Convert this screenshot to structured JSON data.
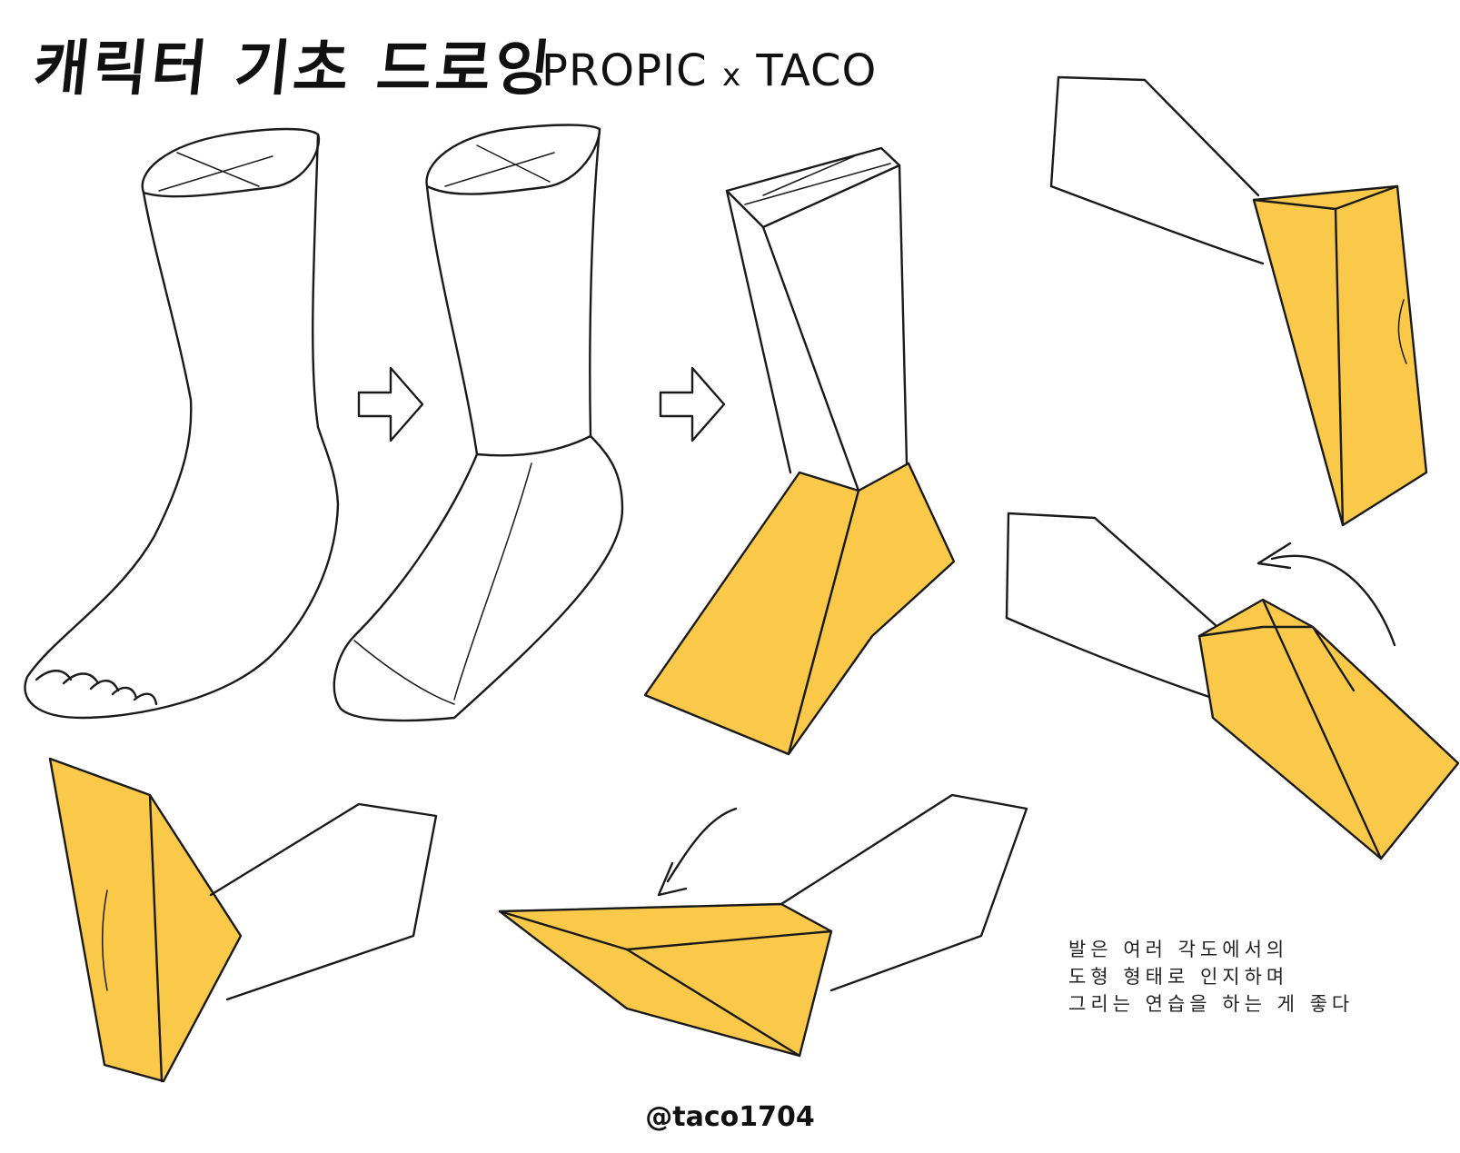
{
  "title": {
    "korean": "캐릭터 기초 드로잉",
    "english_left": "PROPIC",
    "separator": "x",
    "english_right": "TACO"
  },
  "note": {
    "lines": [
      "발은 여러 각도에서의",
      "도형 형태로 인지하며",
      "그리는 연습을 하는 게 좋다"
    ]
  },
  "handle": "@taco1704",
  "colors": {
    "accent_fill": "#FAC94A",
    "ink": "#1a1a1a",
    "background": "#ffffff"
  },
  "icons": [
    "arrow-right-icon",
    "arrow-right-icon",
    "curved-arrow-icon",
    "curved-arrow-icon"
  ]
}
